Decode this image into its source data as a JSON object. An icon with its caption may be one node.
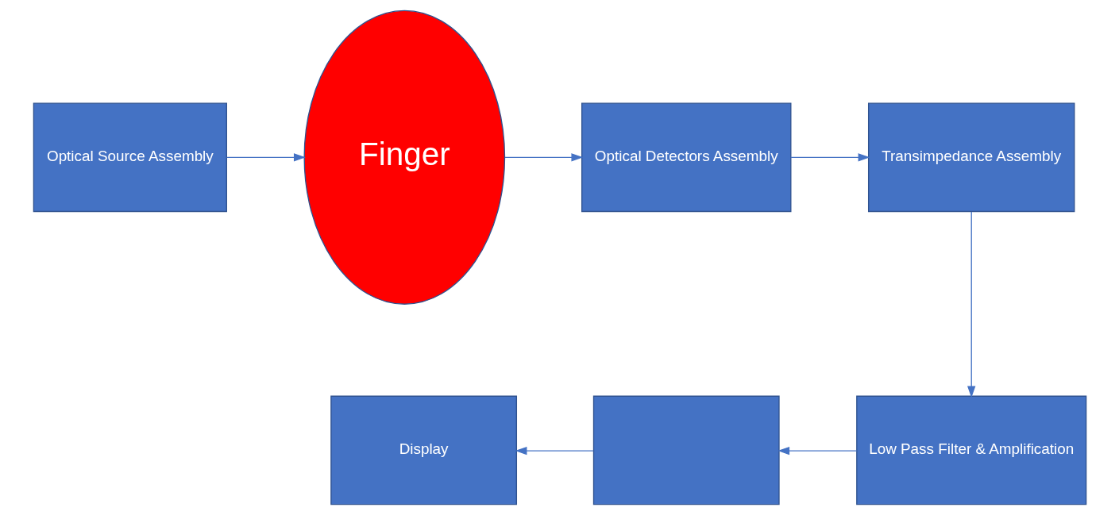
{
  "diagram": {
    "nodes": [
      {
        "text": [
          "Optical Source Assembly"
        ]
      },
      {
        "text": [
          "Finger"
        ]
      },
      {
        "text": [
          "Optical Detectors Assembly"
        ]
      },
      {
        "text": [
          "Transimpedance Assembly"
        ]
      },
      {
        "text": [
          "Low Pass Filter & Amplification"
        ]
      },
      {
        "text": [],
        "shape": "box"
      },
      {
        "text": [
          "Display"
        ]
      }
    ],
    "edges": [
      {
        "from": 0,
        "to": 1,
        "arrow": "to"
      },
      {
        "from": 1,
        "to": 2,
        "arrow": "to"
      },
      {
        "from": 2,
        "to": 3,
        "arrow": "to"
      },
      {
        "from": 3,
        "to": 4,
        "arrow": "to"
      },
      {
        "from": 4,
        "to": 5,
        "arrow": "to"
      },
      {
        "from": 5,
        "to": 6,
        "arrow": "to"
      }
    ]
  }
}
